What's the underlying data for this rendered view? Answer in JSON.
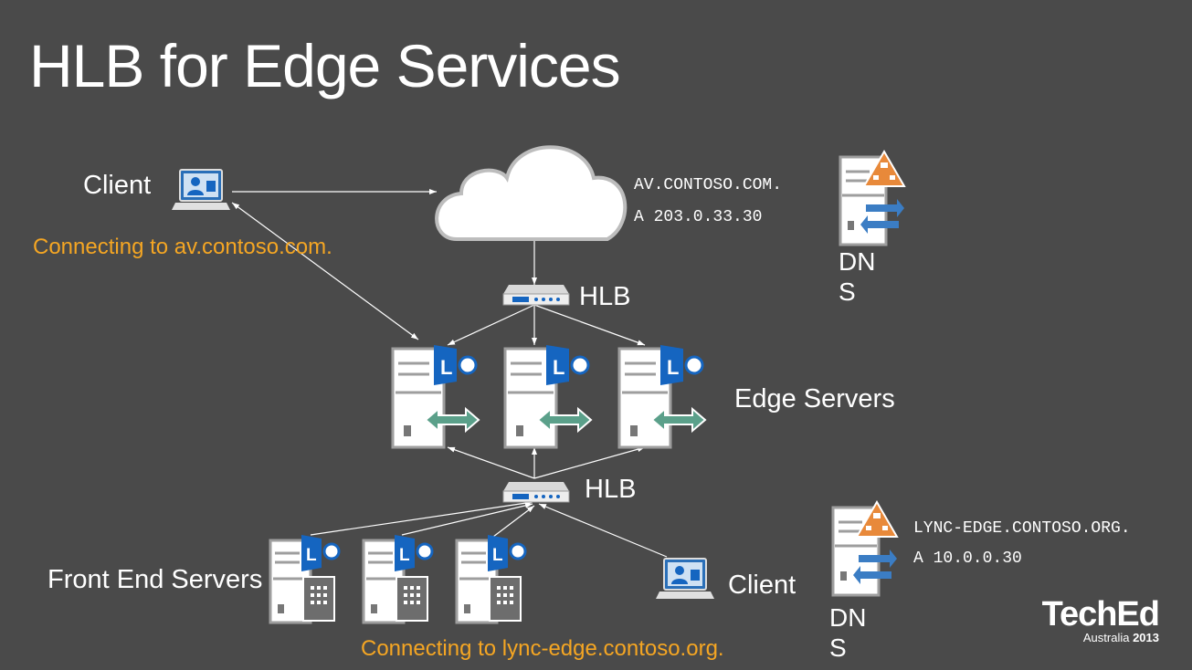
{
  "title": "HLB for Edge Services",
  "labels": {
    "client_top": "Client",
    "client_bottom": "Client",
    "hlb_top": "HLB",
    "hlb_bottom": "HLB",
    "edge_servers": "Edge Servers",
    "front_end_servers": "Front End Servers",
    "dns_top": "DNS",
    "dns_bottom": "DNS"
  },
  "notes": {
    "external_connect": "Connecting to av.contoso.com.",
    "internal_connect": "Connecting to lync-edge.contoso.org."
  },
  "dns_records": {
    "external_name": "AV.CONTOSO.COM.",
    "external_record": "A 203.0.33.30",
    "internal_name": "LYNC-EDGE.CONTOSO.ORG.",
    "internal_record": "A 10.0.0.30"
  },
  "logo": {
    "brand": "TechEd",
    "event": "Australia",
    "year": "2013"
  },
  "colors": {
    "background": "#4a4a4a",
    "note_orange": "#f5a623",
    "lync_blue": "#1565c0",
    "arrow_teal": "#5ba08a",
    "dns_orange": "#e8893a"
  }
}
